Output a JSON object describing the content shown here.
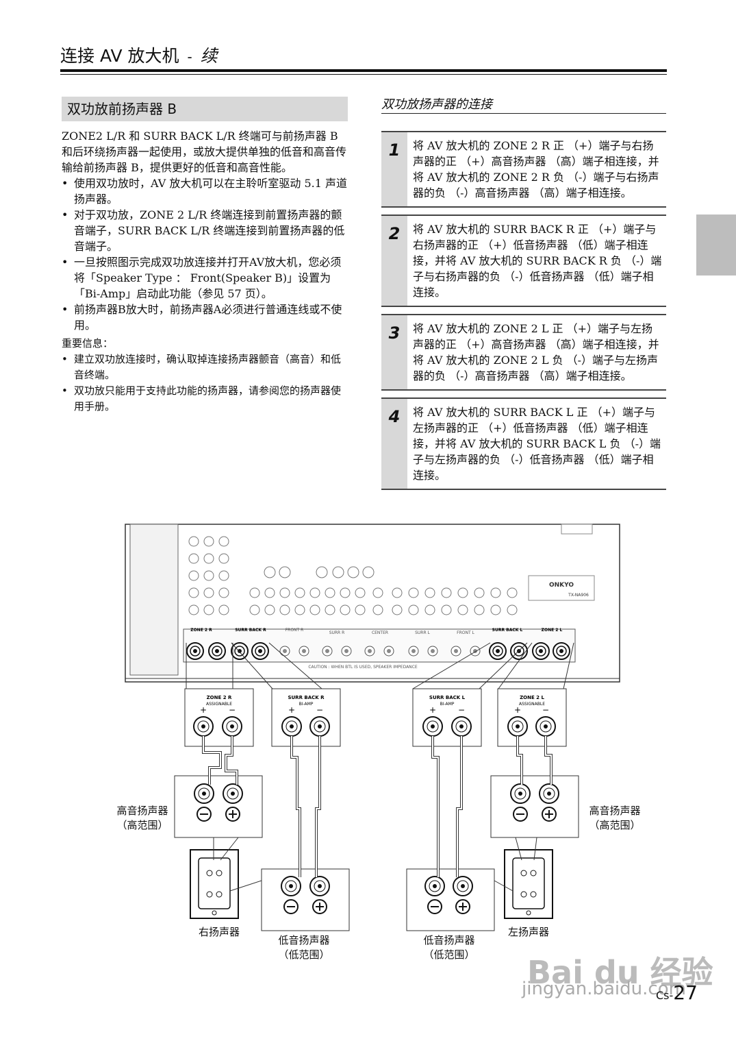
{
  "header": {
    "title": "连接 AV 放大机",
    "sep": "-",
    "cont": "续"
  },
  "left": {
    "section_title": "双功放前扬声器 B",
    "intro": "ZONE2 L/R 和 SURR BACK L/R 终端可与前扬声器 B 和后环绕扬声器一起使用，或放大提供单独的低音和高音传输给前扬声器 B，提供更好的低音和高音性能。",
    "bullets": [
      "使用双功放时，AV 放大机可以在主聆听室驱动 5.1 声道扬声器。",
      "对于双功放，ZONE 2 L/R 终端连接到前置扬声器的颤音端子，SURR BACK L/R 终端连接到前置扬声器的低音端子。",
      "一旦按照图示完成双功放连接并打开AV放大机，您必须将「Speaker Type ： Front(Speaker B)」设置为「Bi-Amp」启动此功能（参见 57 页）。",
      "前扬声器B放大时，前扬声器A必须进行普通连线或不使用。"
    ],
    "important_head": "重要信息：",
    "important": [
      "建立双功放连接时，确认取掉连接扬声器颤音（高音）和低音终端。",
      "双功放只能用于支持此功能的扬声器，请参阅您的扬声器使用手册。"
    ]
  },
  "right": {
    "title": "双功放扬声器的连接",
    "steps": [
      {
        "num": "1",
        "text": "将 AV 放大机的 ZONE 2 R 正 （+）端子与右扬声器的正 （+）高音扬声器 （高）端子相连接，并将 AV 放大机的 ZONE 2 R 负 （-）端子与右扬声器的负 （-）高音扬声器 （高）端子相连接。"
      },
      {
        "num": "2",
        "text": "将 AV 放大机的 SURR BACK R 正 （+）端子与右扬声器的正 （+）低音扬声器 （低）端子相连接，并将 AV 放大机的 SURR BACK R 负 （-）端子与右扬声器的负 （-）低音扬声器 （低）端子相连接。"
      },
      {
        "num": "3",
        "text": "将 AV 放大机的 ZONE 2 L 正 （+）端子与左扬声器的正 （+）高音扬声器 （高）端子相连接，并将 AV 放大机的 ZONE 2 L 负 （-）端子与左扬声器的负 （-）高音扬声器 （高）端子相连接。"
      },
      {
        "num": "4",
        "text": "将 AV 放大机的 SURR BACK L 正 （+）端子与左扬声器的正 （+）低音扬声器 （低）端子相连接，并将 AV 放大机的 SURR BACK L 负 （-）端子与左扬声器的负 （-）低音扬声器 （低）端子相连接。"
      }
    ]
  },
  "diagram": {
    "terminals": {
      "zone2r": "ZONE 2 R",
      "sbr": "SURR BACK R",
      "sbl": "SURR BACK L",
      "zone2l": "ZONE 2 L",
      "assignable": "ASSIGNABLE",
      "biamp": "BI-AMP",
      "plus": "+",
      "minus": "−"
    },
    "panel_labels": {
      "front_r": "FRONT R",
      "surr_r": "SURR R",
      "center": "CENTER",
      "surr_l": "SURR L",
      "front_l": "FRONT L",
      "caution": "CAUTION : WHEN BTL IS USED, SPEAKER IMPEDANCE",
      "brand": "ONKYO",
      "model": "TX-NA906"
    },
    "labels": {
      "right_tweeter": "高音扬声器（高范围）",
      "right_tweeter_1": "高音扬声器",
      "right_tweeter_2": "（高范围）",
      "left_tweeter_1": "高音扬声器",
      "left_tweeter_2": "（高范围）",
      "right_speaker": "右扬声器",
      "left_speaker": "左扬声器",
      "right_woofer_1": "低音扬声器",
      "right_woofer_2": "（低范围）",
      "left_woofer_1": "低音扬声器",
      "left_woofer_2": "（低范围）"
    }
  },
  "watermark": {
    "brand": "Bai du 经验",
    "url": "jingyan.baidu.com"
  },
  "page": {
    "prefix": "Cs-",
    "number": "27"
  }
}
